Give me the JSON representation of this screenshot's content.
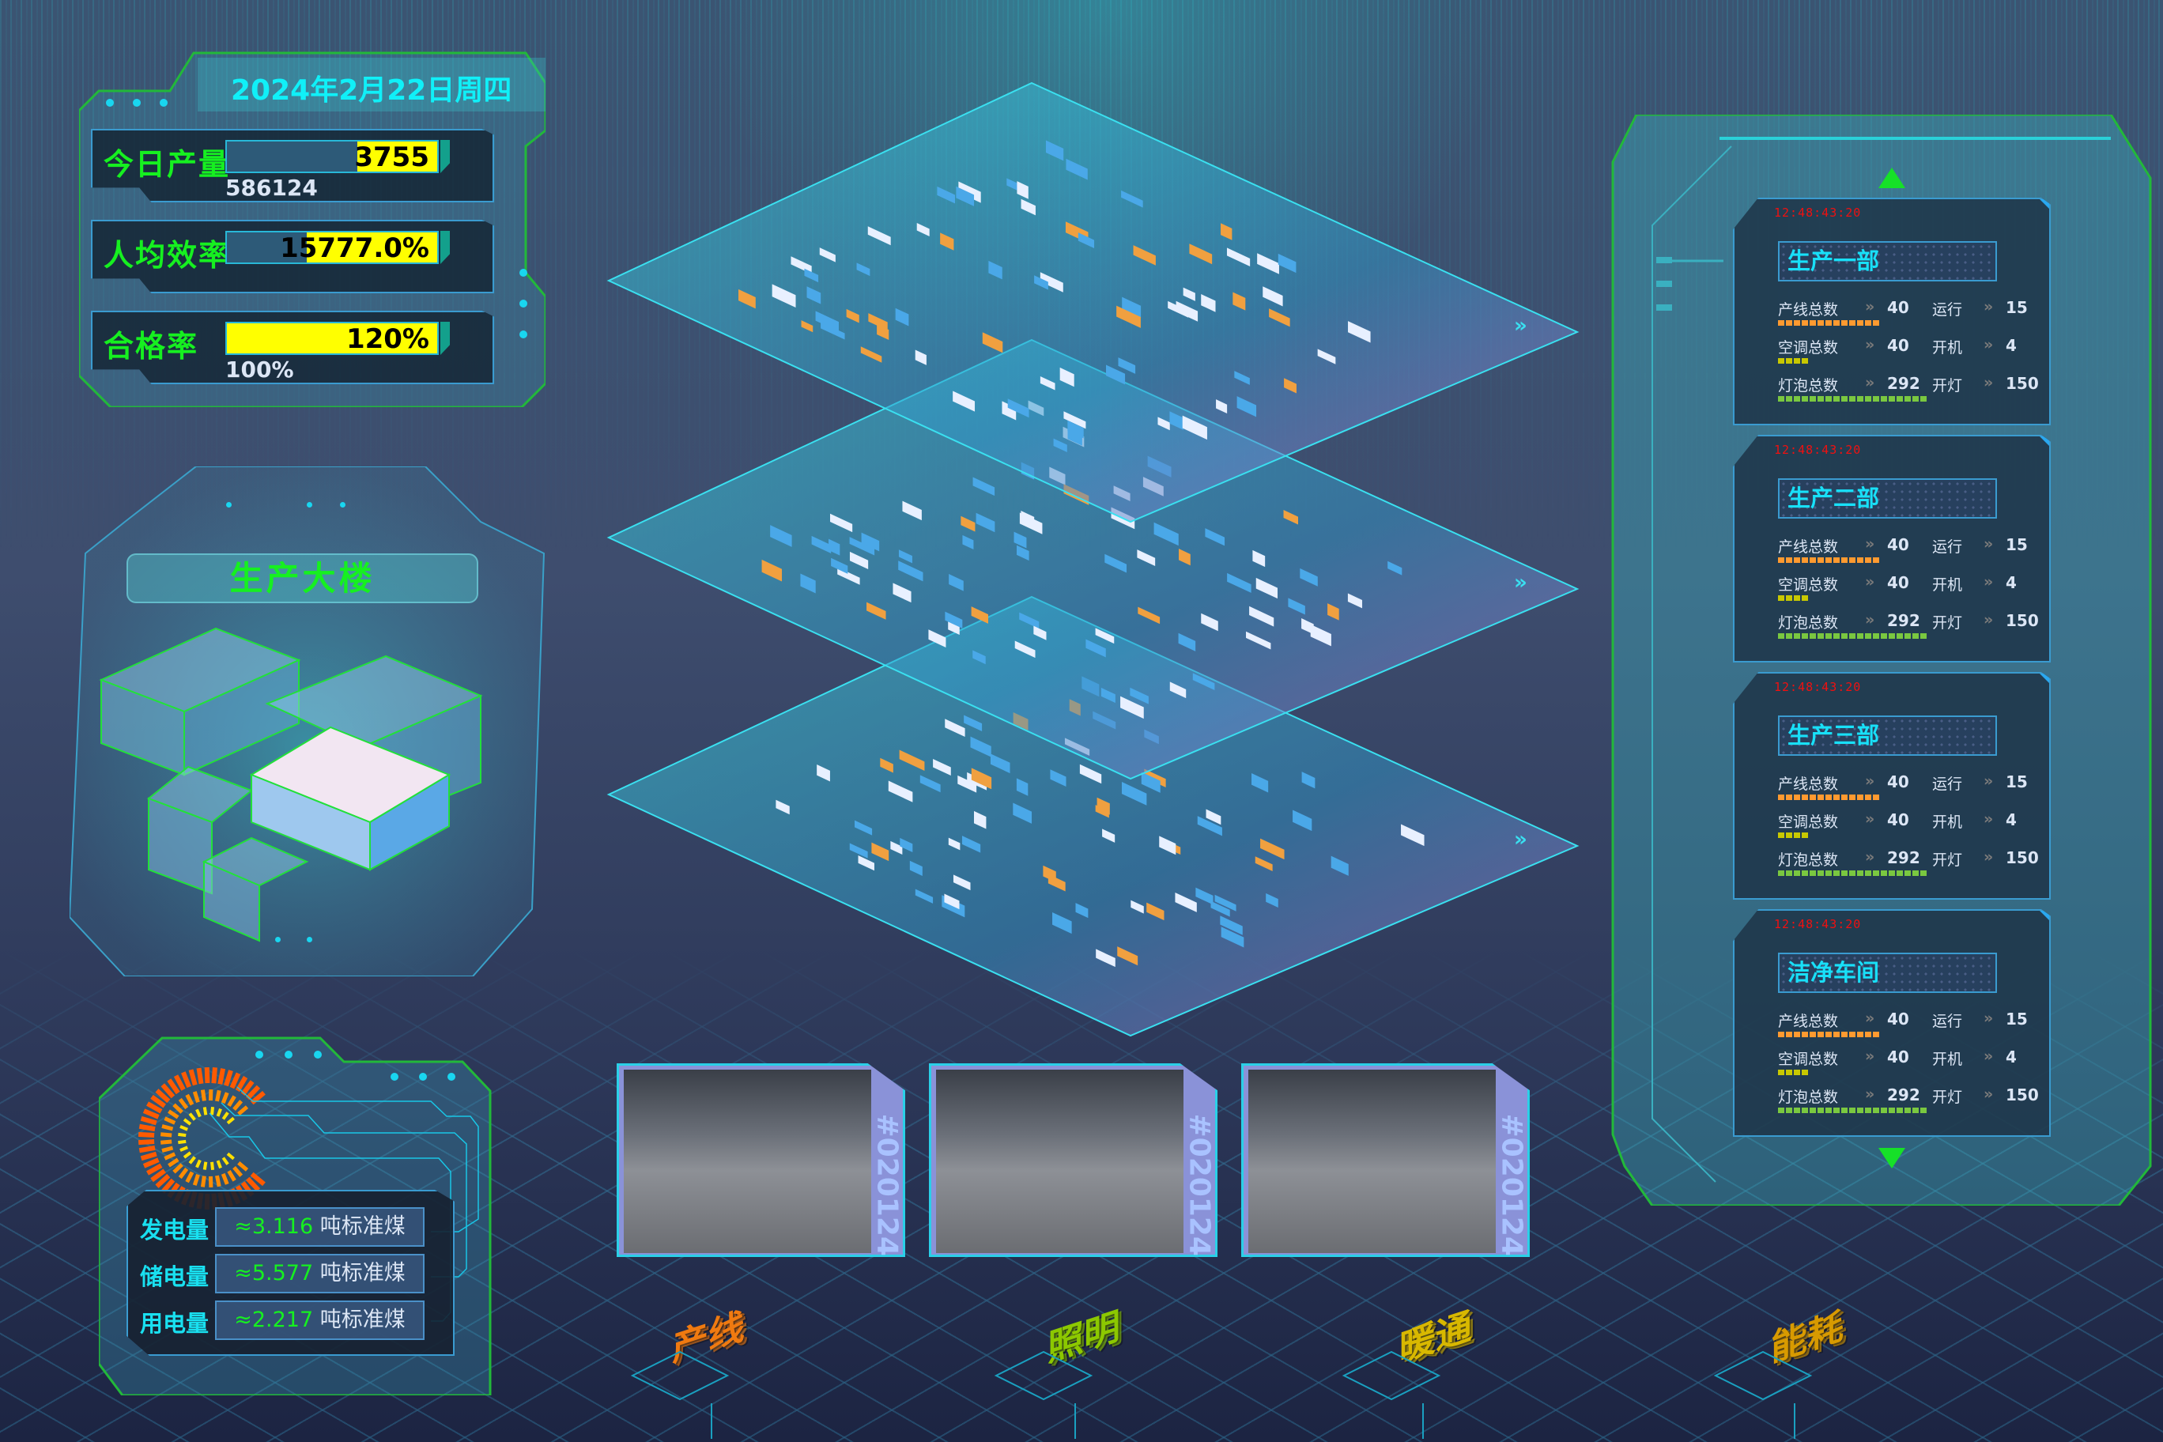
{
  "header": {
    "date": "2024年2月22日周四"
  },
  "kpis": [
    {
      "label": "今日产量",
      "value": "3755",
      "sub": "586124",
      "fill": 0.38
    },
    {
      "label": "人均效率",
      "value": "15777.0%",
      "sub": "",
      "fill": 0.62
    },
    {
      "label": "合格率",
      "value": "120%",
      "sub": "100%",
      "fill": 1.0
    }
  ],
  "building": {
    "title": "生产大楼"
  },
  "energy": {
    "rows": [
      {
        "label": "发电量",
        "approx": "≈",
        "value": "3.116",
        "unit": "吨标准煤"
      },
      {
        "label": "储电量",
        "approx": "≈",
        "value": "5.577",
        "unit": "吨标准煤"
      },
      {
        "label": "用电量",
        "approx": "≈",
        "value": "2.217",
        "unit": "吨标准煤"
      }
    ],
    "ring_colors": [
      "#ff5a00",
      "#ff8c00",
      "#ffe000"
    ]
  },
  "cameras": [
    {
      "id": "#020124"
    },
    {
      "id": "#020124"
    },
    {
      "id": "#020124"
    }
  ],
  "bottom_nav": [
    {
      "label": "产线",
      "color": "#f07a10"
    },
    {
      "label": "照明",
      "color": "#8cc800"
    },
    {
      "label": "暖通",
      "color": "#d8b800"
    },
    {
      "label": "能耗",
      "color": "#d89a00"
    }
  ],
  "departments": [
    {
      "time": "12:48:43:20",
      "name": "生产一部",
      "rows": [
        {
          "label": "产线总数",
          "value": "40",
          "label2": "运行",
          "value2": "15",
          "pips": 13,
          "color": "#ff9a30"
        },
        {
          "label": "空调总数",
          "value": "40",
          "label2": "开机",
          "value2": "4",
          "pips": 4,
          "color": "#c8c800"
        },
        {
          "label": "灯泡总数",
          "value": "292",
          "label2": "开灯",
          "value2": "150",
          "pips": 19,
          "color": "#7ac840"
        }
      ]
    },
    {
      "time": "12:48:43:20",
      "name": "生产二部",
      "rows": [
        {
          "label": "产线总数",
          "value": "40",
          "label2": "运行",
          "value2": "15",
          "pips": 13,
          "color": "#ff9a30"
        },
        {
          "label": "空调总数",
          "value": "40",
          "label2": "开机",
          "value2": "4",
          "pips": 4,
          "color": "#c8c800"
        },
        {
          "label": "灯泡总数",
          "value": "292",
          "label2": "开灯",
          "value2": "150",
          "pips": 19,
          "color": "#7ac840"
        }
      ]
    },
    {
      "time": "12:48:43:20",
      "name": "生产三部",
      "rows": [
        {
          "label": "产线总数",
          "value": "40",
          "label2": "运行",
          "value2": "15",
          "pips": 13,
          "color": "#ff9a30"
        },
        {
          "label": "空调总数",
          "value": "40",
          "label2": "开机",
          "value2": "4",
          "pips": 4,
          "color": "#c8c800"
        },
        {
          "label": "灯泡总数",
          "value": "292",
          "label2": "开灯",
          "value2": "150",
          "pips": 19,
          "color": "#7ac840"
        }
      ]
    },
    {
      "time": "12:48:43:20",
      "name": "洁净车间",
      "rows": [
        {
          "label": "产线总数",
          "value": "40",
          "label2": "运行",
          "value2": "15",
          "pips": 13,
          "color": "#ff9a30"
        },
        {
          "label": "空调总数",
          "value": "40",
          "label2": "开机",
          "value2": "4",
          "pips": 4,
          "color": "#c8c800"
        },
        {
          "label": "灯泡总数",
          "value": "292",
          "label2": "开灯",
          "value2": "150",
          "pips": 19,
          "color": "#7ac840"
        }
      ]
    }
  ],
  "chevron_glyph": "»",
  "colors": {
    "accent_green": "#16f020",
    "accent_cyan": "#19e0f0",
    "bar_yellow": "#ffff00",
    "frame_green": "#22b83a"
  }
}
